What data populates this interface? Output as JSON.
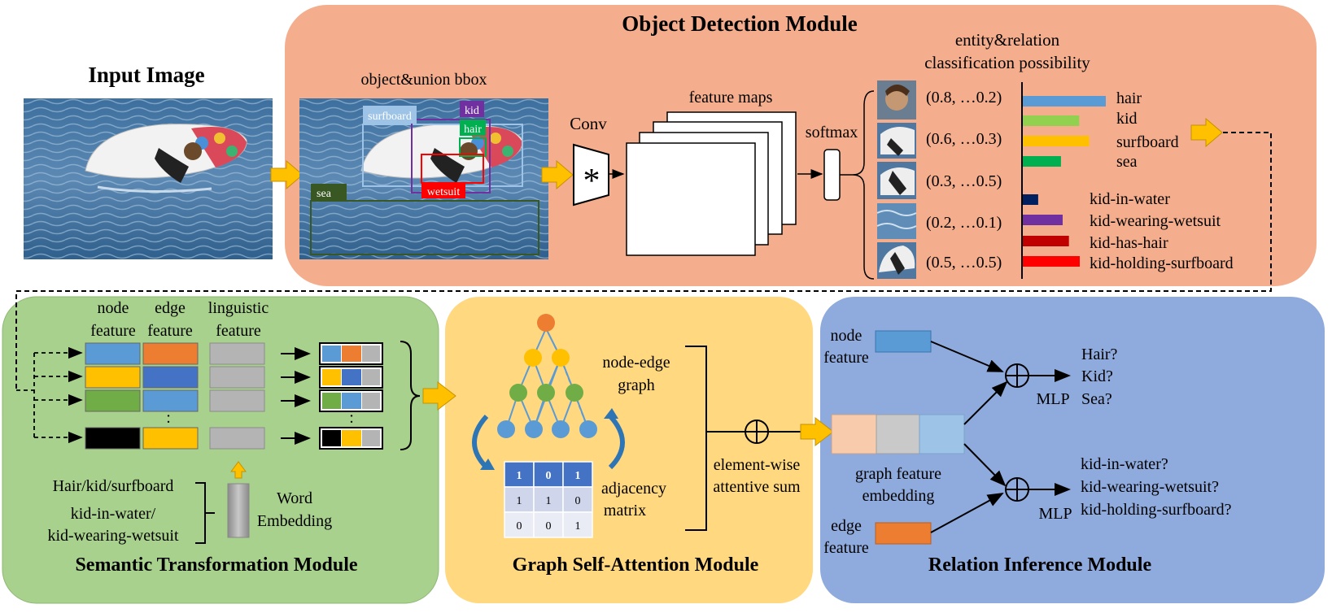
{
  "input": {
    "title": "Input Image"
  },
  "od": {
    "title": "Object Detection Module",
    "bbox_label": "object&union  bbox",
    "boxes": [
      "surfboard",
      "kid",
      "hair",
      "sea",
      "wetsuit"
    ],
    "conv": "Conv",
    "conv_symbol": "*",
    "feature_maps": "feature maps",
    "softmax": "softmax",
    "cls_title_1": "entity&relation",
    "cls_title_2": "classification  possibility",
    "probs": [
      "(0.8, …0.2)",
      "(0.6, …0.3)",
      "(0.3, …0.5)",
      "(0.2, …0.1)",
      "(0.5, …0.5)"
    ],
    "entity_bars": [
      {
        "label": "hair",
        "color": "#5b9bd5",
        "value": 1.0
      },
      {
        "label": "kid",
        "color": "#92d050",
        "value": 0.68
      },
      {
        "label": "surfboard",
        "color": "#ffc000",
        "value": 0.8
      },
      {
        "label": "sea",
        "color": "#00b050",
        "value": 0.46
      }
    ],
    "relation_bars": [
      {
        "label": "kid-in-water",
        "color": "#002060",
        "value": 0.27
      },
      {
        "label": "kid-wearing-wetsuit",
        "color": "#7030a0",
        "value": 0.7
      },
      {
        "label": "kid-has-hair",
        "color": "#c00000",
        "value": 0.81
      },
      {
        "label": "kid-holding-surfboard",
        "color": "#ff0000",
        "value": 1.0
      }
    ]
  },
  "st": {
    "title": "Semantic Transformation Module",
    "col_node_1": "node",
    "col_node_2": "feature",
    "col_edge_1": "edge",
    "col_edge_2": "feature",
    "col_ling_1": "linguistic",
    "col_ling_2": "feature",
    "node_colors": [
      "#5b9bd5",
      "#ffc000",
      "#70ad47",
      "#000000"
    ],
    "edge_colors": [
      "#ed7d31",
      "#4472c4",
      "#5b9bd5",
      "#ffc000"
    ],
    "dots": ":",
    "word_1": "Hair/kid/surfboard",
    "word_2": "kid-in-water/",
    "word_3": "kid-wearing-wetsuit",
    "embed_1": "Word",
    "embed_2": "Embedding"
  },
  "gsa": {
    "title": "Graph Self-Attention Module",
    "graph_1": "node-edge",
    "graph_2": "graph",
    "adj_1": "adjacency",
    "adj_2": "matrix",
    "matrix": [
      [
        "1",
        "0",
        "1"
      ],
      [
        "1",
        "1",
        "0"
      ],
      [
        "0",
        "0",
        "1"
      ]
    ],
    "sum_1": "element-wise",
    "sum_2": "attentive sum"
  },
  "ri": {
    "title": "Relation Inference Module",
    "node_1": "node",
    "node_2": "feature",
    "edge_1": "edge",
    "edge_2": "feature",
    "emb_1": "graph feature",
    "emb_2": "embedding",
    "mlp": "MLP",
    "out_entities": [
      "Hair?",
      "Kid?",
      "Sea?"
    ],
    "out_relations": [
      "kid-in-water?",
      "kid-wearing-wetsuit?",
      "kid-holding-surfboard?"
    ]
  }
}
